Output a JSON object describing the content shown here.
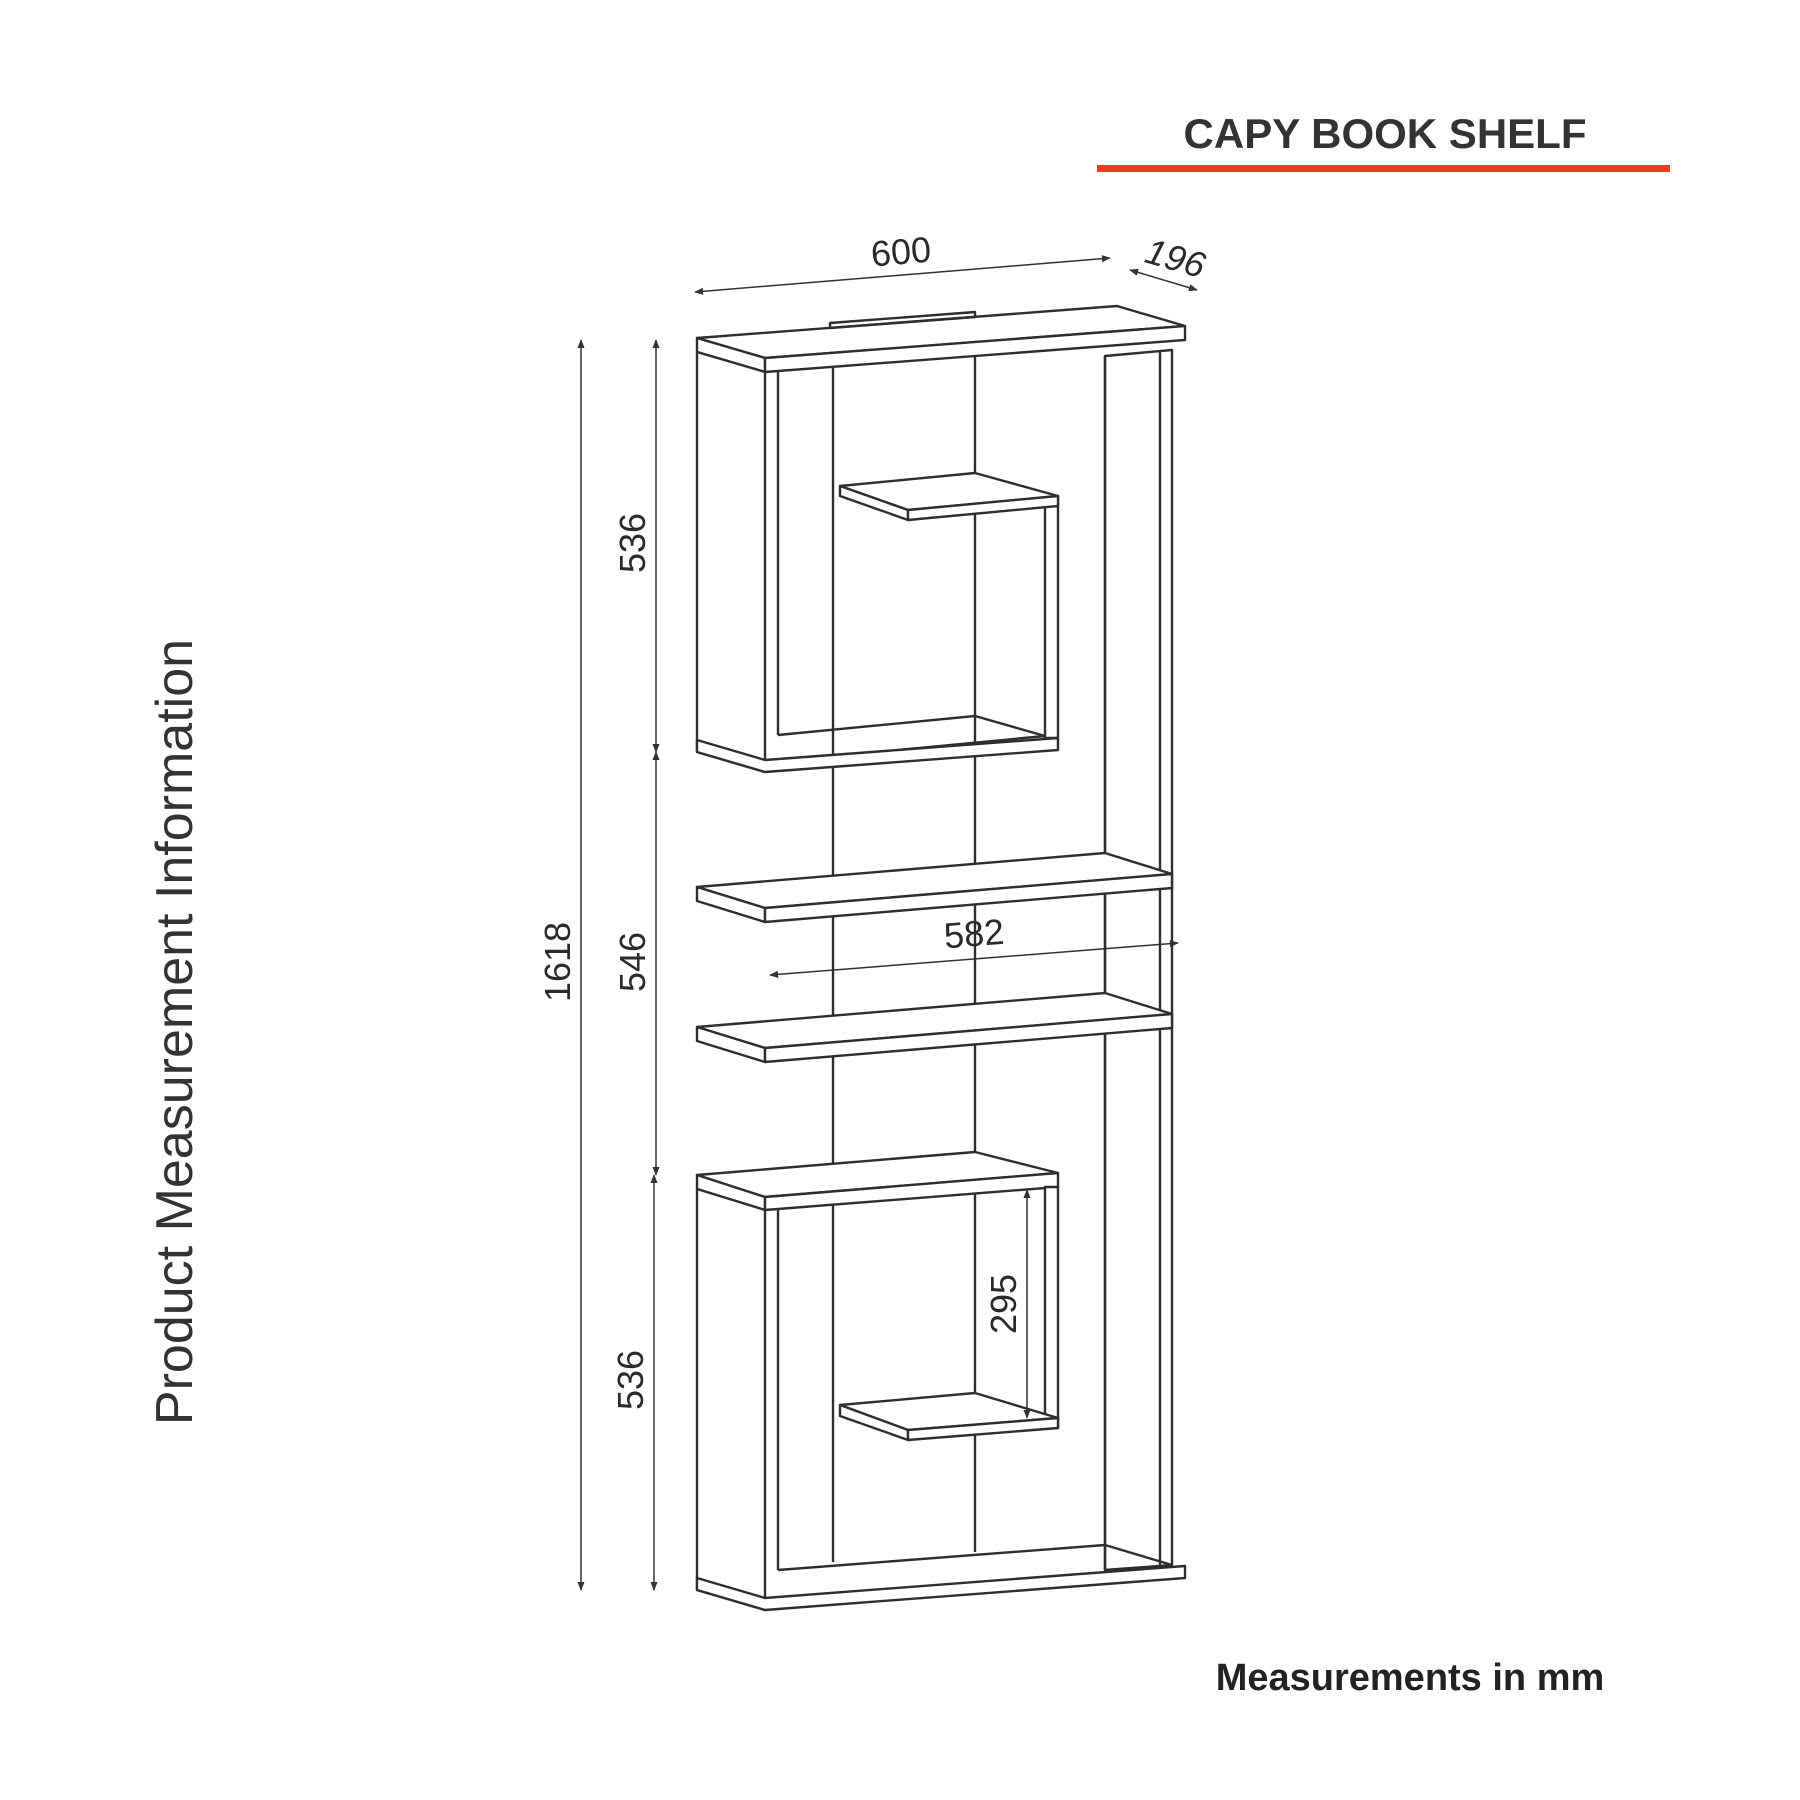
{
  "header": {
    "title": "CAPY BOOK SHELF",
    "accent_color": "#e8401c"
  },
  "side_label": "Product Measurement Information",
  "footer": {
    "note": "Measurements in mm"
  },
  "dimensions": {
    "width": "600",
    "depth": "196",
    "total_height": "1618",
    "upper_section": "536",
    "middle_section": "546",
    "lower_section": "536",
    "inner_shelf_width": "582",
    "inner_shelf_height": "295"
  }
}
